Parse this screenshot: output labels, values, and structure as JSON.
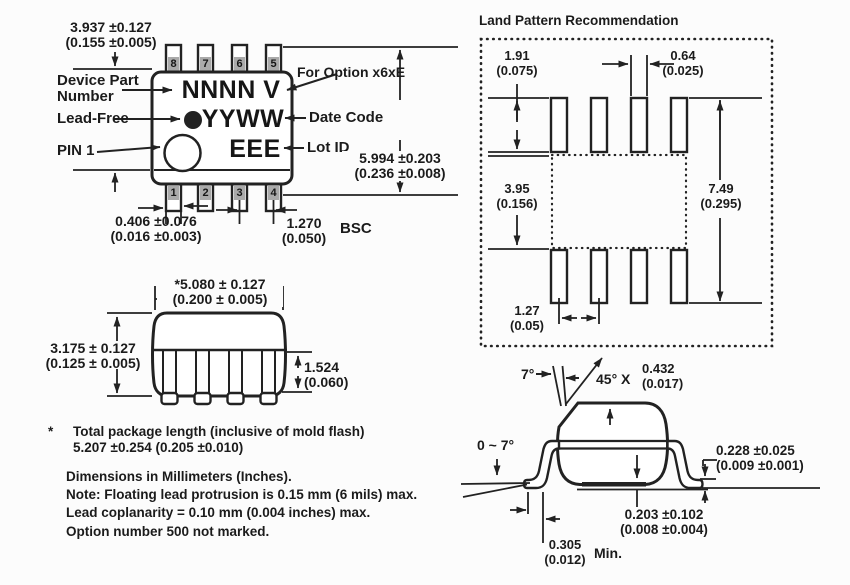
{
  "colors": {
    "ink": "#222222",
    "background": "#fcfcfc",
    "pin_shade": "#aaaaaa"
  },
  "top_view": {
    "labels": {
      "device_part_number": "Device Part Number",
      "lead_free": "Lead-Free",
      "pin1": "PIN 1",
      "for_option": "For Option x6xE",
      "date_code": "Date Code",
      "lot_id": "Lot ID"
    },
    "marking": {
      "line1": "NNNN V",
      "line2": "YYWW",
      "line3": "EEE"
    },
    "pins_top": [
      "8",
      "7",
      "6",
      "5"
    ],
    "pins_bottom": [
      "1",
      "2",
      "3",
      "4"
    ],
    "dims": {
      "body_width_mm": "3.937 ±0.127",
      "body_width_in": "(0.155 ±0.005)",
      "overall_width_mm": "5.994 ±0.203",
      "overall_width_in": "(0.236 ±0.008)",
      "lead_width_mm": "0.406 ±0.076",
      "lead_width_in": "(0.016 ±0.003)",
      "pitch_mm": "1.270",
      "pitch_in": "(0.050)",
      "pitch_suffix": "BSC"
    }
  },
  "front_view": {
    "dims": {
      "pkg_length_mm": "*5.080 ± 0.127",
      "pkg_length_in": "(0.200 ± 0.005)",
      "height_mm": "3.175 ± 0.127",
      "height_in": "(0.125 ± 0.005)",
      "lead_mm": "1.524",
      "lead_in": "(0.060)"
    }
  },
  "notes": {
    "star": "*",
    "line1": "Total package length (inclusive of mold flash)",
    "line2": "5.207 ±0.254 (0.205 ±0.010)",
    "line3": "Dimensions in Millimeters (Inches).",
    "line4": "Note: Floating lead protrusion is 0.15 mm (6 mils) max.",
    "line5": "Lead coplanarity = 0.10 mm (0.004 inches) max.",
    "line6": "Option number 500 not marked."
  },
  "land_pattern": {
    "title": "Land Pattern Recommendation",
    "dims": {
      "pad_height_mm": "1.91",
      "pad_height_in": "(0.075)",
      "pad_width_mm": "0.64",
      "pad_width_in": "(0.025)",
      "gap_mm": "3.95",
      "gap_in": "(0.156)",
      "span_mm": "7.49",
      "span_in": "(0.295)",
      "pitch_mm": "1.27",
      "pitch_in": "(0.05)"
    }
  },
  "side_view": {
    "dims": {
      "draft_angle": "7°",
      "chamfer_prefix": "45° X",
      "chamfer_mm": "0.432",
      "chamfer_in": "(0.017)",
      "lead_angle": "0 ~ 7°",
      "lead_thickness_mm": "0.228 ±0.025",
      "lead_thickness_in": "(0.009 ±0.001)",
      "standoff_mm": "0.203 ±0.102",
      "standoff_in": "(0.008 ±0.004)",
      "foot_mm": "0.305",
      "foot_in": "(0.012)",
      "foot_suffix": "Min."
    }
  }
}
